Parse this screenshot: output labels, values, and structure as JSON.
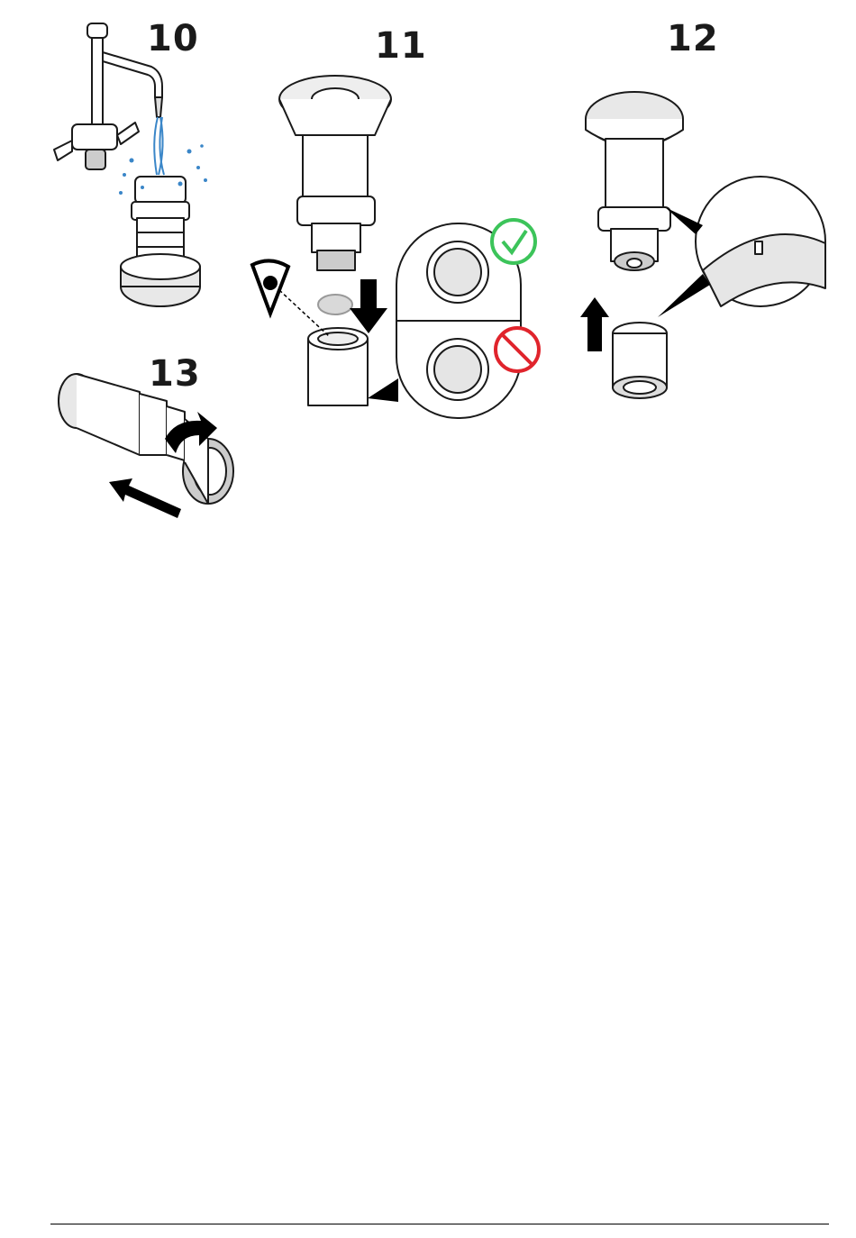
{
  "steps": [
    {
      "number": "10"
    },
    {
      "number": "11"
    },
    {
      "number": "12"
    },
    {
      "number": "13"
    }
  ],
  "colors": {
    "ok": "#3cc45a",
    "no": "#e0242c",
    "water": "#3a86c8",
    "ink": "#1a1a1a"
  },
  "icons": [
    "faucet-icon",
    "eye-icon",
    "check-icon",
    "prohibited-icon",
    "arrow-icon"
  ]
}
